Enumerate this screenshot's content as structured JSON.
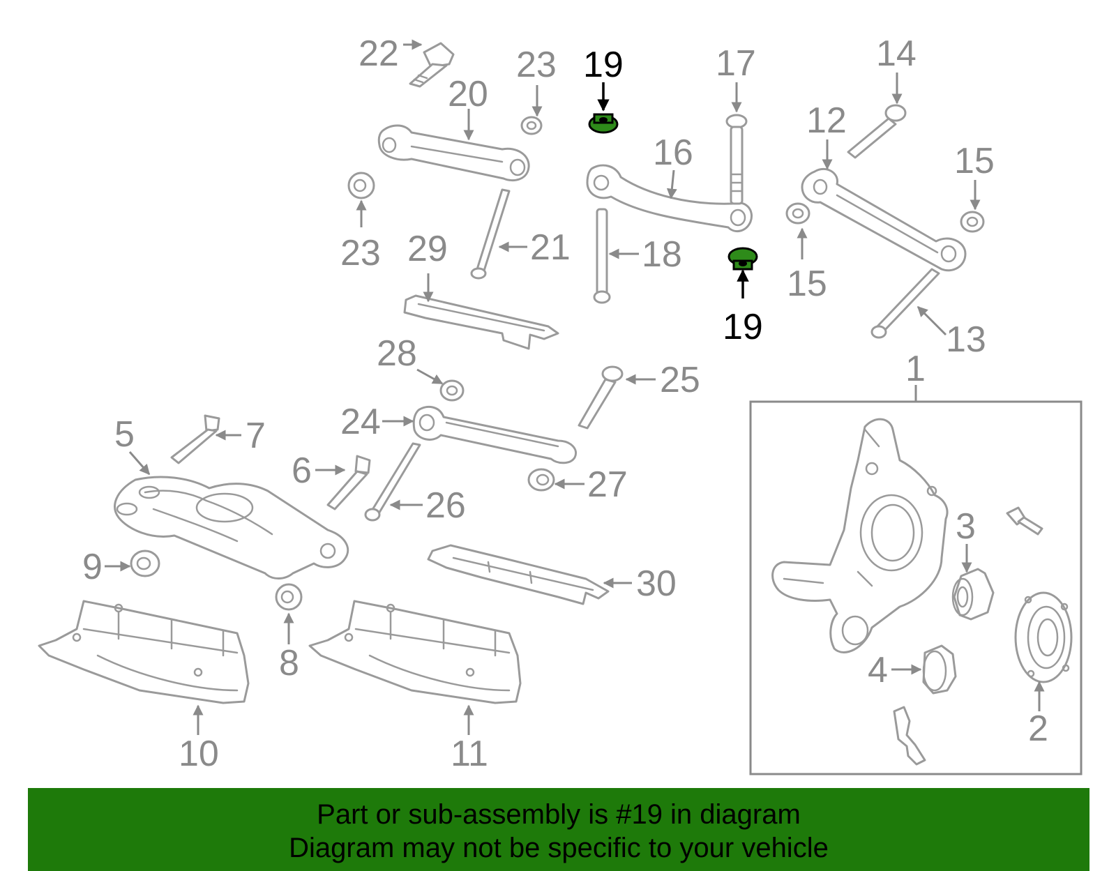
{
  "diagram": {
    "highlight_part": "19",
    "highlight_color": "#2e8b1a",
    "line_color": "#9a9a9a",
    "labels": {
      "l1": "1",
      "l2": "2",
      "l3": "3",
      "l4": "4",
      "l5": "5",
      "l6": "6",
      "l7": "7",
      "l8": "8",
      "l9": "9",
      "l10": "10",
      "l11": "11",
      "l12": "12",
      "l13": "13",
      "l14": "14",
      "l15a": "15",
      "l15b": "15",
      "l16": "16",
      "l17": "17",
      "l18": "18",
      "l19a": "19",
      "l19b": "19",
      "l20": "20",
      "l21": "21",
      "l22": "22",
      "l23a": "23",
      "l23b": "23",
      "l24": "24",
      "l25": "25",
      "l26": "26",
      "l27": "27",
      "l28": "28",
      "l29": "29",
      "l30": "30"
    }
  },
  "banner": {
    "background": "#1e7a0a",
    "line1": "Part or sub-assembly is #19 in diagram",
    "line2": "Diagram may not be specific to your vehicle"
  }
}
